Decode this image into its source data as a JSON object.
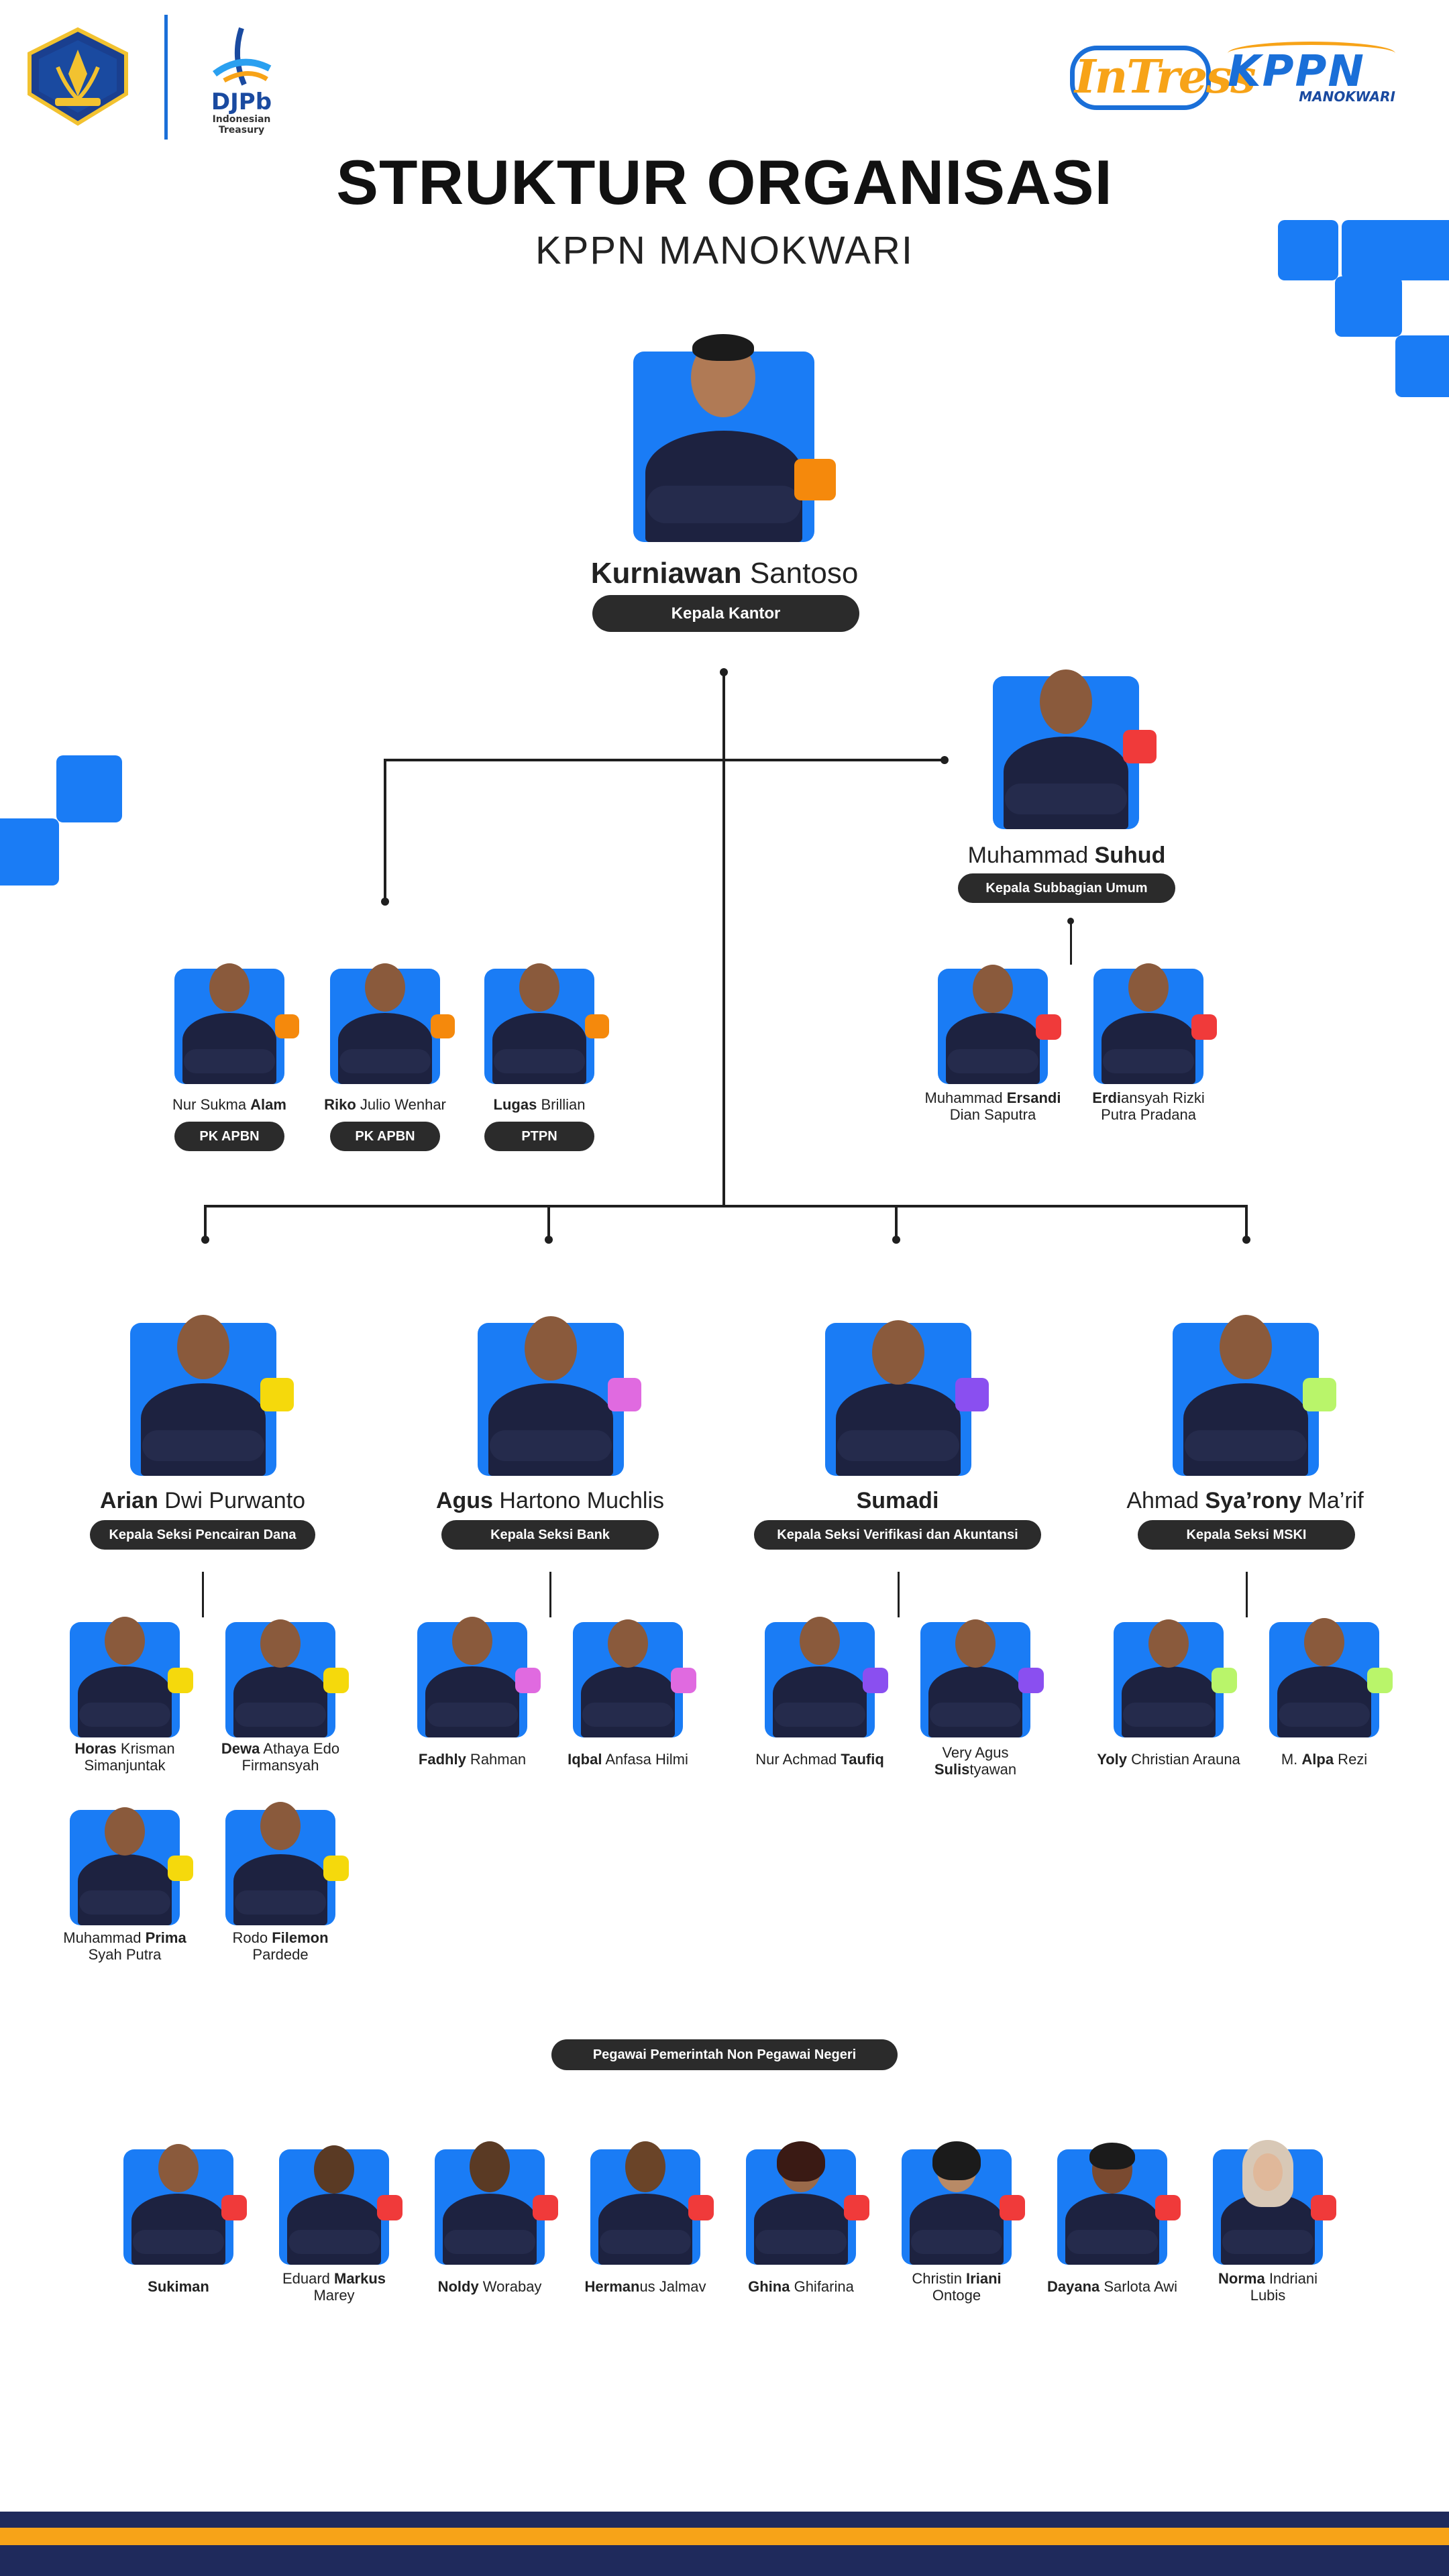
{
  "header": {
    "djpb_name": "DJPb",
    "djpb_sub": "Indonesian Treasury",
    "intress": "InTress",
    "kppn_logo": "KPPN",
    "kppn_logo_sub": "MANOKWARI",
    "title": "STRUKTUR ORGANISASI",
    "subtitle": "KPPN MANOKWARI"
  },
  "colors": {
    "accent_blue": "#1a7cf5",
    "orange": "#f5890c",
    "red": "#f03a3a",
    "yellow": "#f5d90c",
    "pink": "#e06ae0",
    "purple": "#8a4ff0",
    "lime": "#b9f56a",
    "badge_dark": "#2b2b2b",
    "stripe_navy": "#1f2a5c",
    "stripe_orange": "#f7a318"
  },
  "head": {
    "first": "Kurniawan",
    "rest": " Santoso",
    "role": "Kepala Kantor"
  },
  "subbag": {
    "first": "Muhammad ",
    "bold": "Suhud",
    "role": "Kepala Subbagian Umum"
  },
  "pk_staff": [
    {
      "pre": "Nur Sukma ",
      "bold": "Alam",
      "post": "",
      "role": "PK APBN"
    },
    {
      "pre": "",
      "bold": "Riko",
      "post": " Julio Wenhar",
      "role": "PK APBN"
    },
    {
      "pre": "",
      "bold": "Lugas",
      "post": " Brillian",
      "role": "PTPN"
    }
  ],
  "umum_staff": [
    {
      "l1pre": "Muhammad ",
      "l1bold": "Ersandi",
      "l1post": "",
      "l2": "Dian Saputra"
    },
    {
      "l1pre": "",
      "l1bold": "Erdi",
      "l1post": "ansyah Rizki",
      "l2": "Putra Pradana"
    }
  ],
  "sections": [
    {
      "pre": "",
      "bold": "Arian",
      "post": " Dwi Purwanto",
      "role": "Kepala Seksi Pencairan Dana"
    },
    {
      "pre": "",
      "bold": "Agus",
      "post": " Hartono Muchlis",
      "role": "Kepala Seksi Bank"
    },
    {
      "pre": "",
      "bold": "Sumadi",
      "post": "",
      "role": "Kepala Seksi Verifikasi dan Akuntansi"
    },
    {
      "pre": "Ahmad ",
      "bold": "Sya’rony",
      "post": " Ma’rif",
      "role": "Kepala Seksi MSKI"
    }
  ],
  "section_staff": [
    {
      "l1pre": "",
      "l1bold": "Horas",
      "l1post": " Krisman",
      "l2": "Simanjuntak"
    },
    {
      "l1pre": "",
      "l1bold": "Dewa",
      "l1post": " Athaya Edo",
      "l2": "Firmansyah"
    },
    {
      "l1pre": "Muhammad ",
      "l1bold": "Prima",
      "l1post": "",
      "l2": "Syah Putra"
    },
    {
      "l1pre": "Rodo ",
      "l1bold": "Filemon",
      "l1post": "",
      "l2": "Pardede"
    },
    {
      "l1pre": "",
      "l1bold": "Fadhly",
      "l1post": " Rahman",
      "l2": ""
    },
    {
      "l1pre": "",
      "l1bold": "Iqbal",
      "l1post": " Anfasa Hilmi",
      "l2": ""
    },
    {
      "l1pre": "Nur Achmad ",
      "l1bold": "Taufiq",
      "l1post": "",
      "l2": ""
    },
    {
      "l1pre": "Very Agus",
      "l1bold": "",
      "l1post": "",
      "l2pre": "",
      "l2bold": "Sulis",
      "l2post": "tyawan"
    },
    {
      "l1pre": "",
      "l1bold": "Yoly",
      "l1post": " Christian Arauna",
      "l2": ""
    },
    {
      "l1pre": "M. ",
      "l1bold": "Alpa",
      "l1post": " Rezi",
      "l2": ""
    }
  ],
  "ppnpn": {
    "label": "Pegawai Pemerintah Non Pegawai Negeri",
    "staff": [
      {
        "l1pre": "",
        "l1bold": "Sukiman",
        "l1post": "",
        "l2": ""
      },
      {
        "l1pre": "Eduard ",
        "l1bold": "Markus",
        "l1post": "",
        "l2": "Marey"
      },
      {
        "l1pre": "",
        "l1bold": "Noldy",
        "l1post": " Worabay",
        "l2": ""
      },
      {
        "l1pre": "",
        "l1bold": "Herman",
        "l1post": "us Jalmav",
        "l2": ""
      },
      {
        "l1pre": "",
        "l1bold": "Ghina",
        "l1post": " Ghifarina",
        "l2": ""
      },
      {
        "l1pre": "Christin ",
        "l1bold": "Iriani",
        "l1post": "",
        "l2": "Ontoge"
      },
      {
        "l1pre": "",
        "l1bold": "Dayana",
        "l1post": " Sarlota Awi",
        "l2": ""
      },
      {
        "l1pre": "",
        "l1bold": "Norma",
        "l1post": " Indriani",
        "l2": "Lubis"
      }
    ]
  }
}
